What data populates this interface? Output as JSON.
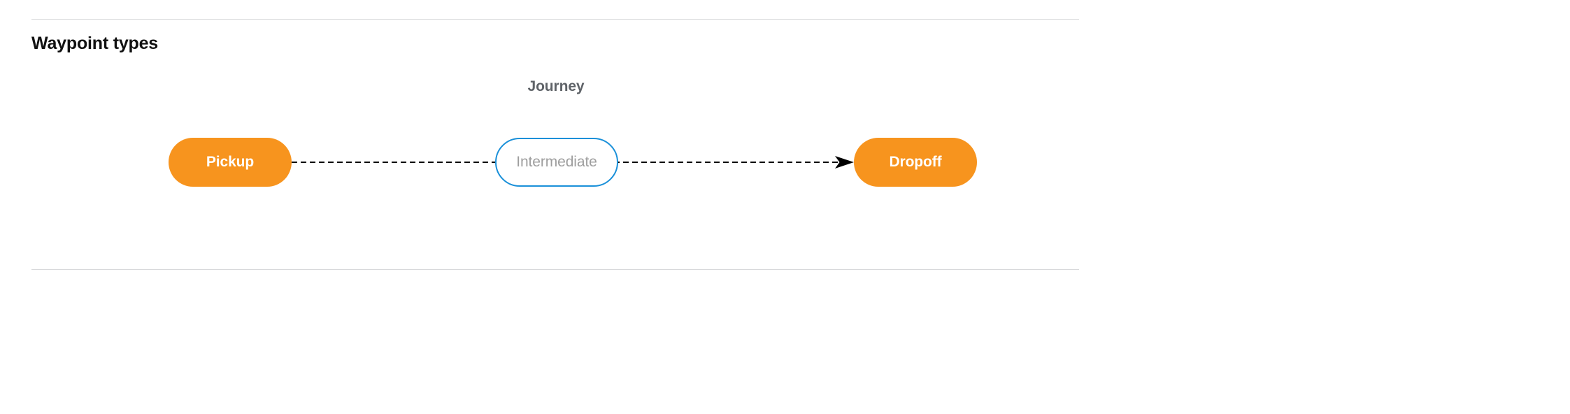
{
  "section": {
    "title": "Waypoint types"
  },
  "diagram": {
    "group_label": "Journey",
    "nodes": [
      {
        "id": "pickup",
        "label": "Pickup",
        "style": "filled-orange",
        "fill": "#F7941E",
        "text_color": "#FFFFFF"
      },
      {
        "id": "intermediate",
        "label": "Intermediate",
        "style": "outlined-blue",
        "fill": "#FFFFFF",
        "border_color": "#1A90D9",
        "text_color": "#9E9E9E"
      },
      {
        "id": "dropoff",
        "label": "Dropoff",
        "style": "filled-orange",
        "fill": "#F7941E",
        "text_color": "#FFFFFF"
      }
    ],
    "edges": [
      {
        "from": "pickup",
        "to": "intermediate",
        "style": "dashed",
        "arrowhead": false,
        "color": "#000000"
      },
      {
        "from": "intermediate",
        "to": "dropoff",
        "style": "dashed",
        "arrowhead": true,
        "color": "#000000"
      }
    ]
  },
  "colors": {
    "accent_orange": "#F7941E",
    "accent_blue": "#1A90D9",
    "muted_text": "#9E9E9E",
    "label_text": "#5F6368",
    "divider": "#D6D8DA",
    "background": "#FFFFFF"
  }
}
